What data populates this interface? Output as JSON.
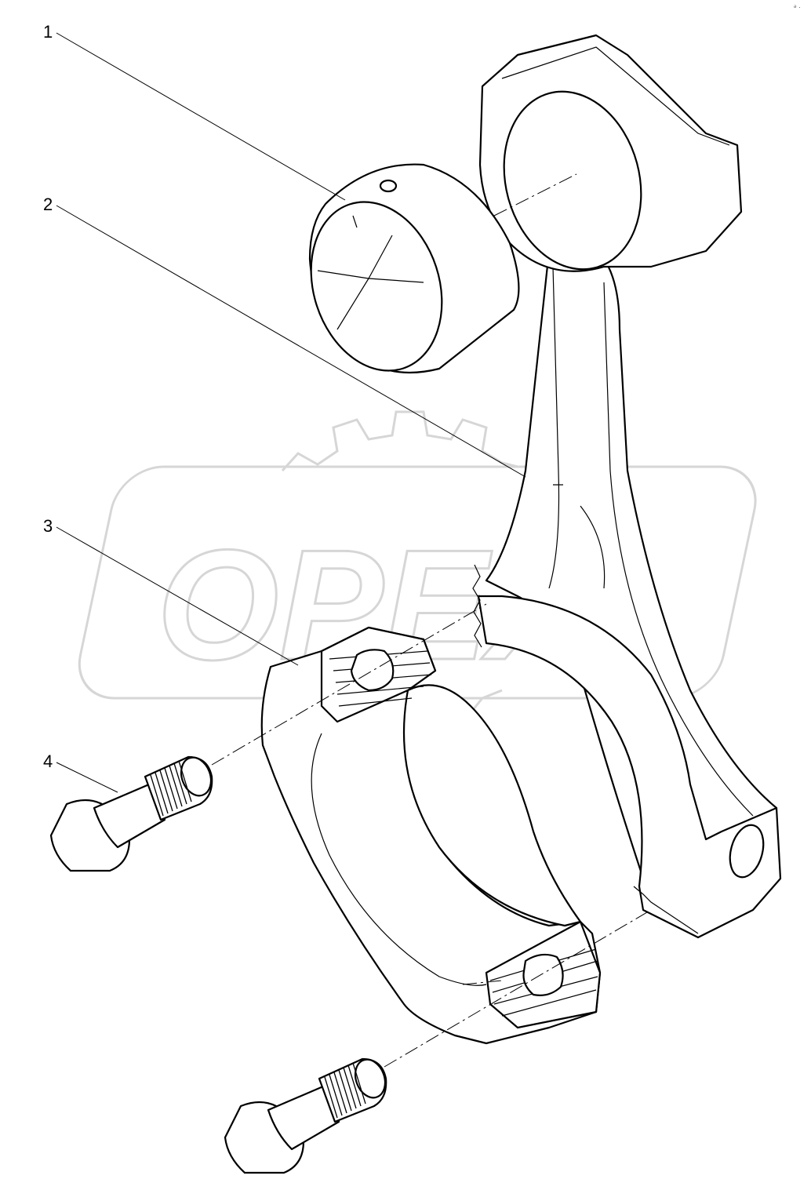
{
  "callouts": [
    {
      "label": "1",
      "part": "bushing"
    },
    {
      "label": "2",
      "part": "connecting-rod"
    },
    {
      "label": "3",
      "part": "rod-cap"
    },
    {
      "label": "4",
      "part": "cap-bolt"
    }
  ],
  "watermark": {
    "text": "OPEX",
    "color": "#d6d6d6"
  },
  "corner_mark": {
    "text": "ᵊ ·"
  },
  "colors": {
    "line": "#000000",
    "background": "#ffffff"
  }
}
